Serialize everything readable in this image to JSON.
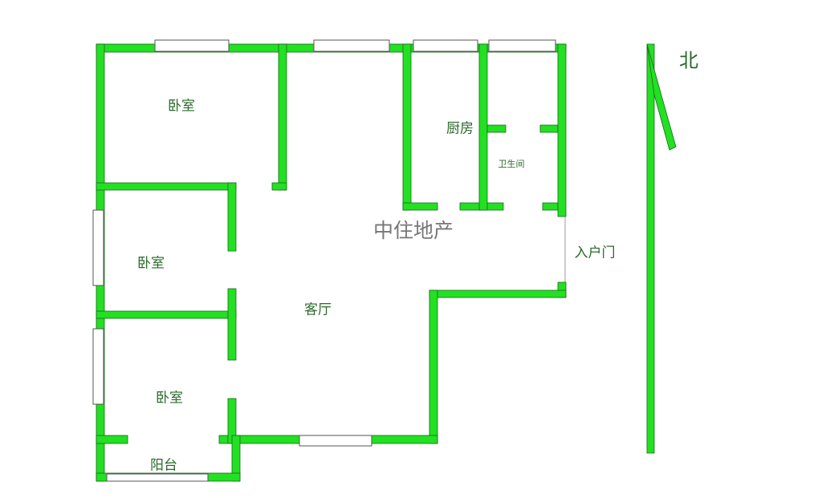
{
  "title": "户型图",
  "rooms": {
    "bedroom_top": "卧室",
    "bedroom_mid": "卧室",
    "bedroom_bottom": "卧室",
    "balcony": "阳台",
    "living_room": "客厅",
    "kitchen": "厨房",
    "bathroom": "卫生间"
  },
  "watermark": "中住地产",
  "entrance": "入户门",
  "north_label": "北",
  "colors": {
    "wall": "#22e022",
    "text": "#2a6a2a",
    "watermark": "#777777"
  }
}
